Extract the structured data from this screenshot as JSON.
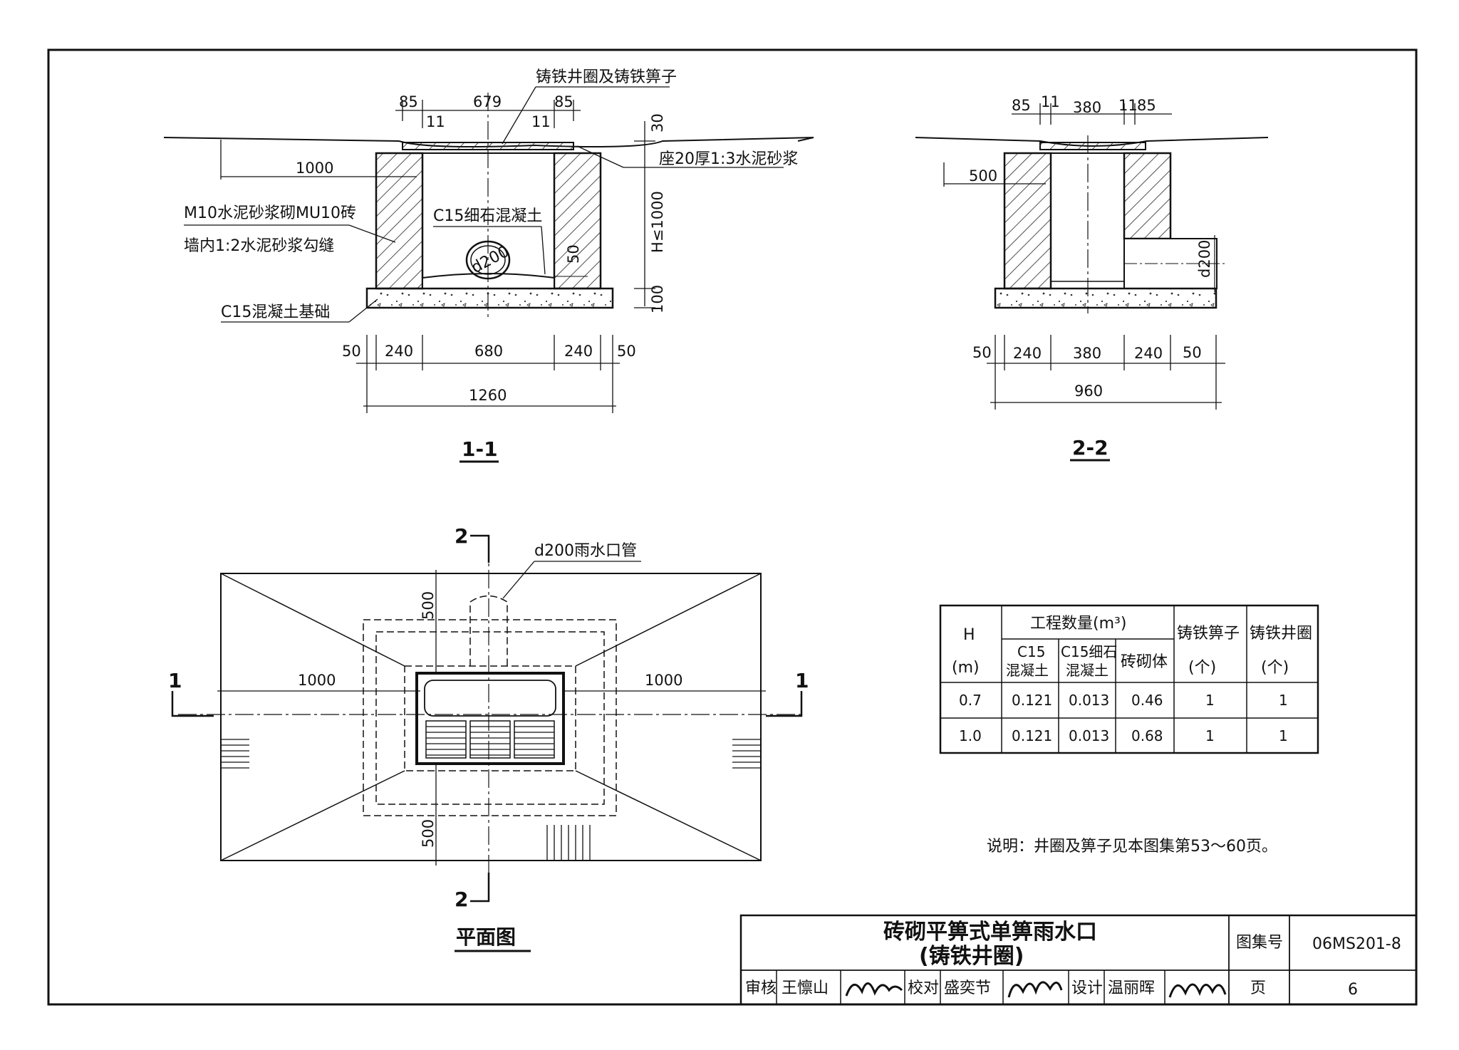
{
  "section_1": {
    "caption": "1-1",
    "labels": {
      "grate": "铸铁井圈及铸铁箅子",
      "mortar_bed": "座20厚1:3水泥砂浆",
      "wall_line1": "M10水泥砂浆砌MU10砖",
      "wall_line2": "墙内1:2水泥砂浆勾缝",
      "fine_concrete": "C15细石混凝土",
      "base": "C15混凝土基础",
      "pipe": "d200",
      "depth": "H≤1000"
    },
    "dims": {
      "top_85a": "85",
      "top_679": "679",
      "top_85b": "85",
      "top_11a": "11",
      "top_11b": "11",
      "top_30": "30",
      "left_1000": "1000",
      "slope_50": "50",
      "base_100": "100",
      "b50a": "50",
      "b240a": "240",
      "b680": "680",
      "b240b": "240",
      "b50b": "50",
      "total": "1260"
    }
  },
  "section_2": {
    "caption": "2-2",
    "labels": {
      "pipe": "d200"
    },
    "dims": {
      "top_85a": "85",
      "top_11a": "11",
      "top_380": "380",
      "top_11b": "11",
      "top_85b": "85",
      "left_500": "500",
      "b50a": "50",
      "b240a": "240",
      "b380": "380",
      "b240b": "240",
      "b50b": "50",
      "total": "960"
    }
  },
  "plan": {
    "caption": "平面图",
    "pipe_label": "d200雨水口管",
    "dims": {
      "left_1000": "1000",
      "right_1000": "1000",
      "top_500": "500",
      "bottom_500": "500"
    },
    "cut_marks": {
      "left": "1",
      "right": "1",
      "top": "2",
      "bottom": "2"
    }
  },
  "quantities": {
    "h_header": "H",
    "h_unit": "(m)",
    "group_header": "工程数量(m³)",
    "col_c15_l1": "C15",
    "col_c15_l2": "混凝土",
    "col_fine_l1": "C15细石",
    "col_fine_l2": "混凝土",
    "col_brick": "砖砌体",
    "col_grate": "铸铁箅子",
    "col_grate_unit": "(个)",
    "col_ring": "铸铁井圈",
    "col_ring_unit": "(个)",
    "rows": [
      {
        "h": "0.7",
        "c15": "0.121",
        "fine": "0.013",
        "brick": "0.46",
        "grate": "1",
        "ring": "1"
      },
      {
        "h": "1.0",
        "c15": "0.121",
        "fine": "0.013",
        "brick": "0.68",
        "grate": "1",
        "ring": "1"
      }
    ]
  },
  "note": "说明：井圈及箅子见本图集第53～60页。",
  "title_block": {
    "title_line1": "砖砌平箅式单箅雨水口",
    "title_line2": "(铸铁井圈)",
    "atlas_label": "图集号",
    "atlas_no": "06MS201-8",
    "page_label": "页",
    "page_no": "6",
    "review_label": "审核",
    "reviewer": "王懔山",
    "check_label": "校对",
    "checker": "盛奕节",
    "design_label": "设计",
    "designer": "温丽晖"
  }
}
